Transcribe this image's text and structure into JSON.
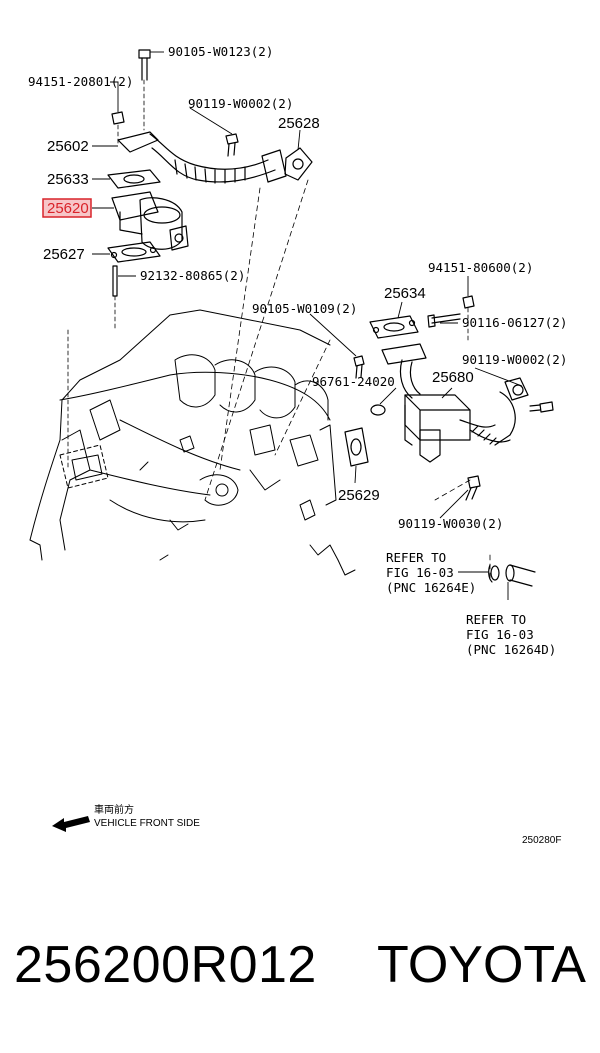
{
  "diagram": {
    "callouts": {
      "c90105_w0123": "90105-W0123(2)",
      "c94151_20801": "94151-20801(2)",
      "c90119_w0002_top": "90119-W0002(2)",
      "c25628": "25628",
      "c25602": "25602",
      "c25633": "25633",
      "c25620": "25620",
      "c25627": "25627",
      "c92132_80865": "92132-80865(2)",
      "c94151_80600": "94151-80600(2)",
      "c25634": "25634",
      "c90105_w0109": "90105-W0109(2)",
      "c90116_06127": "90116-06127(2)",
      "c90119_w0002_right": "90119-W0002(2)",
      "c96761_24020": "96761-24020",
      "c25680": "25680",
      "c25629": "25629",
      "c90119_w0030": "90119-W0030(2)"
    },
    "refer1": {
      "line1": "REFER TO",
      "line2": "FIG 16-03",
      "line3": "(PNC 16264E)"
    },
    "refer2": {
      "line1": "REFER TO",
      "line2": "FIG 16-03",
      "line3": "(PNC 16264D)"
    },
    "front": {
      "jp": "車両前方",
      "en": "VEHICLE FRONT SIDE"
    },
    "figure_code": "250280F",
    "highlight_color": "#d9232a"
  },
  "footer": {
    "part_number": "256200R012",
    "brand": "TOYOTA"
  }
}
